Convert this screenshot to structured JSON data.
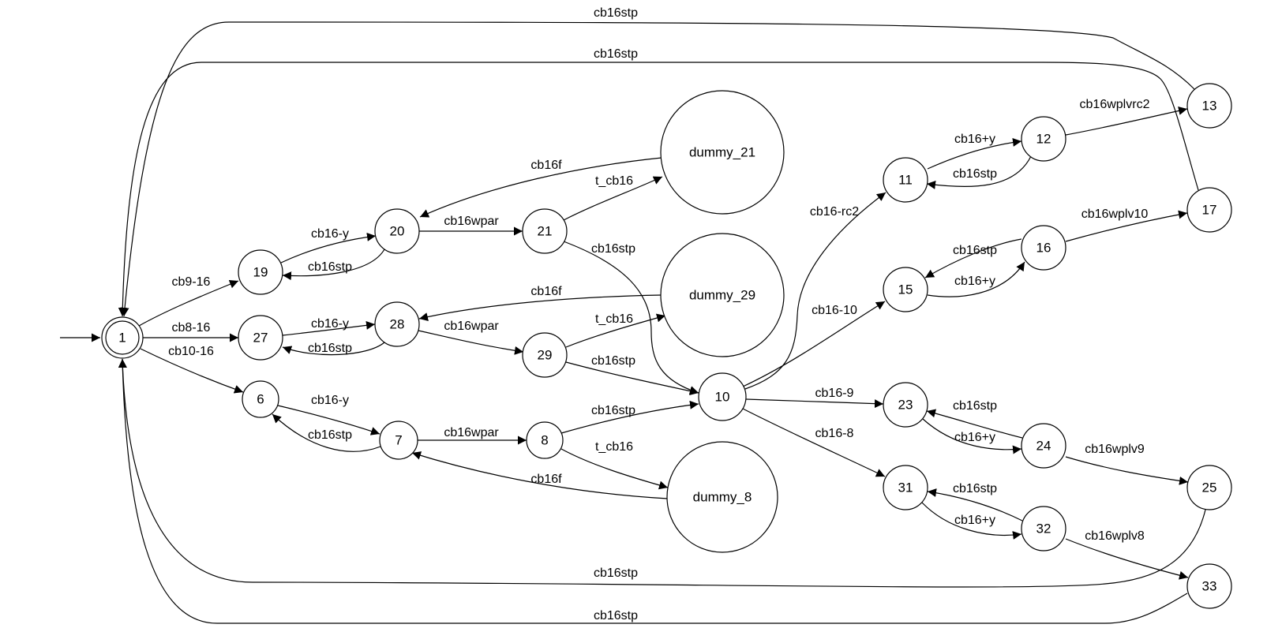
{
  "diagram": {
    "type": "state-machine",
    "nodes": [
      {
        "id": "1",
        "label": "1",
        "accepting": true,
        "initial": true
      },
      {
        "id": "19",
        "label": "19"
      },
      {
        "id": "20",
        "label": "20"
      },
      {
        "id": "21",
        "label": "21"
      },
      {
        "id": "dummy_21",
        "label": "dummy_21"
      },
      {
        "id": "27",
        "label": "27"
      },
      {
        "id": "28",
        "label": "28"
      },
      {
        "id": "29",
        "label": "29"
      },
      {
        "id": "dummy_29",
        "label": "dummy_29"
      },
      {
        "id": "6",
        "label": "6"
      },
      {
        "id": "7",
        "label": "7"
      },
      {
        "id": "8",
        "label": "8"
      },
      {
        "id": "dummy_8",
        "label": "dummy_8"
      },
      {
        "id": "10",
        "label": "10"
      },
      {
        "id": "11",
        "label": "11"
      },
      {
        "id": "12",
        "label": "12"
      },
      {
        "id": "13",
        "label": "13"
      },
      {
        "id": "15",
        "label": "15"
      },
      {
        "id": "16",
        "label": "16"
      },
      {
        "id": "17",
        "label": "17"
      },
      {
        "id": "23",
        "label": "23"
      },
      {
        "id": "24",
        "label": "24"
      },
      {
        "id": "25",
        "label": "25"
      },
      {
        "id": "31",
        "label": "31"
      },
      {
        "id": "32",
        "label": "32"
      },
      {
        "id": "33",
        "label": "33"
      }
    ],
    "edges": [
      {
        "from": "1",
        "to": "19",
        "label": "cb9-16"
      },
      {
        "from": "1",
        "to": "27",
        "label": "cb8-16"
      },
      {
        "from": "1",
        "to": "6",
        "label": "cb10-16"
      },
      {
        "from": "19",
        "to": "20",
        "label": "cb16-y"
      },
      {
        "from": "20",
        "to": "19",
        "label": "cb16stp"
      },
      {
        "from": "20",
        "to": "21",
        "label": "cb16wpar"
      },
      {
        "from": "21",
        "to": "dummy_21",
        "label": "t_cb16"
      },
      {
        "from": "dummy_21",
        "to": "20",
        "label": "cb16f"
      },
      {
        "from": "21",
        "to": "10",
        "label": "cb16stp"
      },
      {
        "from": "27",
        "to": "28",
        "label": "cb16-y"
      },
      {
        "from": "28",
        "to": "27",
        "label": "cb16stp"
      },
      {
        "from": "28",
        "to": "29",
        "label": "cb16wpar"
      },
      {
        "from": "29",
        "to": "dummy_29",
        "label": "t_cb16"
      },
      {
        "from": "dummy_29",
        "to": "28",
        "label": "cb16f"
      },
      {
        "from": "29",
        "to": "10",
        "label": "cb16stp"
      },
      {
        "from": "6",
        "to": "7",
        "label": "cb16-y"
      },
      {
        "from": "7",
        "to": "6",
        "label": "cb16stp"
      },
      {
        "from": "7",
        "to": "8",
        "label": "cb16wpar"
      },
      {
        "from": "8",
        "to": "dummy_8",
        "label": "t_cb16"
      },
      {
        "from": "dummy_8",
        "to": "7",
        "label": "cb16f"
      },
      {
        "from": "8",
        "to": "10",
        "label": "cb16stp"
      },
      {
        "from": "10",
        "to": "11",
        "label": "cb16-rc2"
      },
      {
        "from": "10",
        "to": "15",
        "label": "cb16-10"
      },
      {
        "from": "10",
        "to": "23",
        "label": "cb16-9"
      },
      {
        "from": "10",
        "to": "31",
        "label": "cb16-8"
      },
      {
        "from": "11",
        "to": "12",
        "label": "cb16+y"
      },
      {
        "from": "12",
        "to": "11",
        "label": "cb16stp"
      },
      {
        "from": "12",
        "to": "13",
        "label": "cb16wplvrc2"
      },
      {
        "from": "15",
        "to": "16",
        "label": "cb16+y"
      },
      {
        "from": "16",
        "to": "15",
        "label": "cb16stp"
      },
      {
        "from": "16",
        "to": "17",
        "label": "cb16wplv10"
      },
      {
        "from": "24",
        "to": "23",
        "label": "cb16stp"
      },
      {
        "from": "23",
        "to": "24",
        "label": "cb16+y"
      },
      {
        "from": "24",
        "to": "25",
        "label": "cb16wplv9"
      },
      {
        "from": "32",
        "to": "31",
        "label": "cb16stp"
      },
      {
        "from": "31",
        "to": "32",
        "label": "cb16+y"
      },
      {
        "from": "32",
        "to": "33",
        "label": "cb16wplv8"
      },
      {
        "from": "13",
        "to": "1",
        "label": "cb16stp"
      },
      {
        "from": "17",
        "to": "1",
        "label": "cb16stp"
      },
      {
        "from": "25",
        "to": "1",
        "label": "cb16stp"
      },
      {
        "from": "33",
        "to": "1",
        "label": "cb16stp"
      }
    ]
  }
}
